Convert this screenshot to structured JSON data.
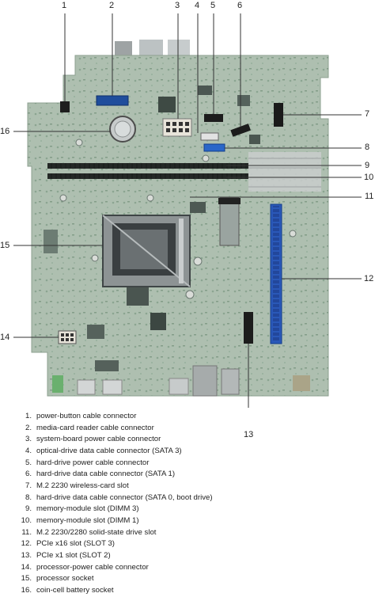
{
  "callouts": [
    "1",
    "2",
    "3",
    "4",
    "5",
    "6",
    "7",
    "8",
    "9",
    "10",
    "11",
    "12",
    "13",
    "14",
    "15",
    "16"
  ],
  "legend": [
    {
      "num": "1.",
      "text": "power-button cable connector"
    },
    {
      "num": "2.",
      "text": "media-card reader cable connector"
    },
    {
      "num": "3.",
      "text": "system-board power cable connector"
    },
    {
      "num": "4.",
      "text": "optical-drive data cable connector (SATA 3)"
    },
    {
      "num": "5.",
      "text": "hard-drive power cable connector"
    },
    {
      "num": "6.",
      "text": "hard-drive data cable connector (SATA 1)"
    },
    {
      "num": "7.",
      "text": "M.2 2230 wireless-card slot"
    },
    {
      "num": "8.",
      "text": "hard-drive data cable connector (SATA 0, boot drive)"
    },
    {
      "num": "9.",
      "text": "memory-module slot (DIMM 3)"
    },
    {
      "num": "10.",
      "text": "memory-module slot (DIMM 1)"
    },
    {
      "num": "11.",
      "text": "M.2 2230/2280 solid-state drive slot"
    },
    {
      "num": "12.",
      "text": "PCIe x16 slot (SLOT 3)"
    },
    {
      "num": "13.",
      "text": "PCIe x1 slot (SLOT 2)"
    },
    {
      "num": "14.",
      "text": "processor-power cable connector"
    },
    {
      "num": "15.",
      "text": "processor socket"
    },
    {
      "num": "16.",
      "text": "coin-cell battery socket"
    }
  ]
}
